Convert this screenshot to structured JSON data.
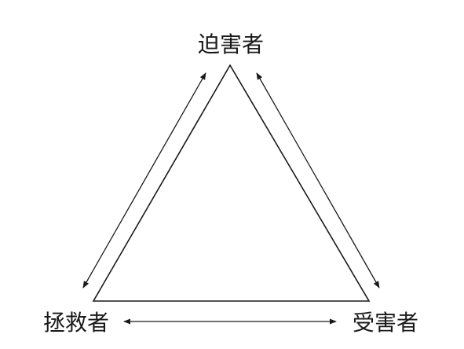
{
  "diagram": {
    "nodes": {
      "persecutor": "迫害者",
      "rescuer": "拯救者",
      "victim": "受害者"
    },
    "colors": {
      "stroke": "#1a1a1a",
      "background": "#ffffff"
    }
  }
}
